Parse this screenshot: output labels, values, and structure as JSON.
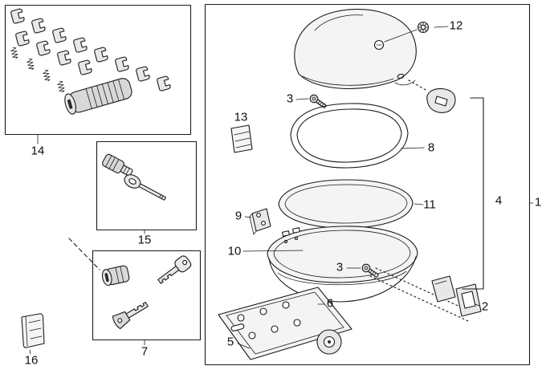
{
  "colors": {
    "background": "#ffffff",
    "line": "#1a1a1a"
  },
  "callouts": {
    "part1": "1",
    "part2": "2",
    "part3_upper": "3",
    "part3_lower": "3",
    "part4": "4",
    "part5": "5",
    "part6": "6",
    "part7": "7",
    "part8": "8",
    "part9": "9",
    "part10": "10",
    "part11": "11",
    "part12": "12",
    "part13": "13",
    "part14": "14",
    "part15": "15",
    "part16": "16"
  }
}
